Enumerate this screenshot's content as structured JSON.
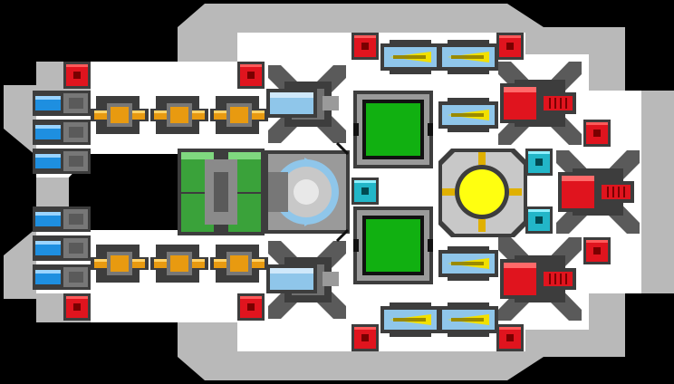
{
  "scene": {
    "type": "ship-builder",
    "colors": {
      "background": "#000000",
      "hull": "#b9b9b9",
      "deck": "#ffffff",
      "frame": "#3d3d3d",
      "armor_red": "#e0141e",
      "thruster_blue": "#1e8fe0",
      "cannon_orange": "#e89a10",
      "tank_green": "#3aa23a",
      "screen_green": "#11b011",
      "core_yellow": "#ffff10",
      "coolant_cyan": "#22b6c8",
      "shield_blue": "#8fc6ea",
      "missile_yellow": "#f2e000"
    }
  },
  "modules": [
    {
      "kind": "armor-block",
      "icon": "red-square-icon"
    },
    {
      "kind": "thruster",
      "icon": "blue-thruster-icon"
    },
    {
      "kind": "cannon",
      "icon": "orange-cannon-icon"
    },
    {
      "kind": "fuel-tank",
      "icon": "green-tank-icon"
    },
    {
      "kind": "shield-generator",
      "icon": "blue-dome-icon"
    },
    {
      "kind": "gun-turret",
      "icon": "steel-turret-icon"
    },
    {
      "kind": "control-screen",
      "icon": "green-screen-icon"
    },
    {
      "kind": "reactor-core",
      "icon": "yellow-core-icon"
    },
    {
      "kind": "coolant-node",
      "icon": "cyan-node-icon"
    },
    {
      "kind": "missile-launcher",
      "icon": "yellow-missile-icon"
    },
    {
      "kind": "heavy-cannon",
      "icon": "red-cannon-icon"
    }
  ]
}
